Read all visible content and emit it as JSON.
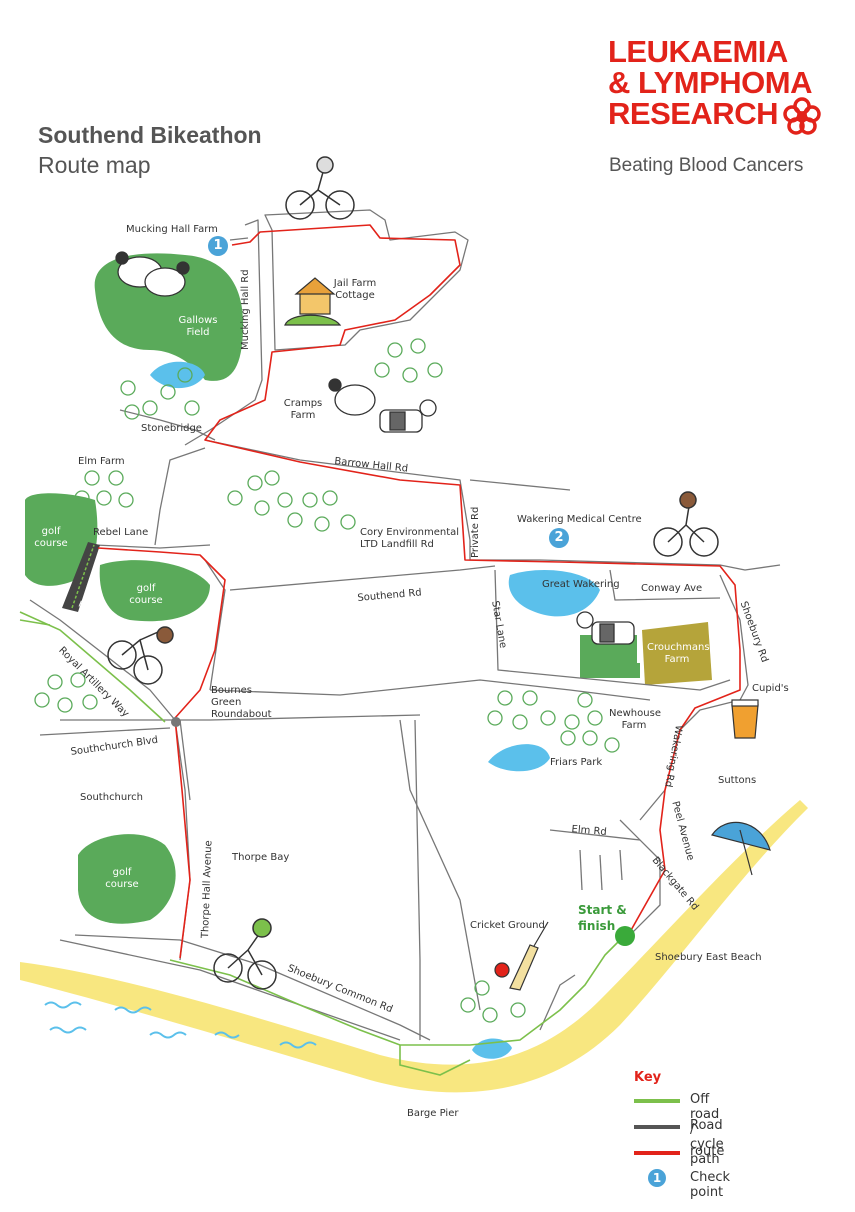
{
  "header": {
    "title": "Southend Bikeathon",
    "subtitle": "Route map"
  },
  "logo": {
    "line1": "LEUKAEMIA",
    "line2": "& LYMPHOMA",
    "line3": "RESEARCH",
    "tagline": "Beating Blood Cancers"
  },
  "labels": {
    "mucking_hall_farm": "Mucking Hall Farm",
    "mucking_hall_rd": "Mucking Hall Rd",
    "gallows_field": "Gallows Field",
    "jail_farm": "Jail Farm Cottage",
    "cramps_farm": "Cramps Farm",
    "stonebridge": "Stonebridge",
    "barrow_hall_rd": "Barrow Hall Rd",
    "elm_farm": "Elm Farm",
    "rebel_lane": "Rebel Lane",
    "golf1": "golf course",
    "golf2": "golf course",
    "golf3": "golf course",
    "tunnel": "Tunnel",
    "cory": "Cory Environmental LTD Landfill Rd",
    "private_rd": "Private Rd",
    "wakering_medical": "Wakering Medical Centre",
    "southend_rd": "Southend Rd",
    "great_wakering": "Great Wakering",
    "conway_ave": "Conway Ave",
    "shoebury_rd": "Shoebury Rd",
    "star_lane": "Star Lane",
    "crouchmans_farm": "Crouchmans Farm",
    "cupids": "Cupid's",
    "royal_artillery": "Royal Artillery Way",
    "bournes_green": "Bournes Green Roundabout",
    "newhouse_farm": "Newhouse Farm",
    "friars_park": "Friars Park",
    "southchurch_blvd": "Southchurch Blvd",
    "wakering_rd": "Wakering Rd",
    "suttons": "Suttons",
    "southchurch": "Southchurch",
    "peel_avenue": "Peel Avenue",
    "elm_rd": "Elm Rd",
    "thorpe_bay": "Thorpe Bay",
    "thorpe_hall": "Thorpe Hall Avenue",
    "blackgate_rd": "Blackgate Rd",
    "cricket_ground": "Cricket Ground",
    "shoebury_east_beach": "Shoebury East Beach",
    "shoebury_common": "Shoebury Common Rd",
    "barge_pier": "Barge Pier",
    "start_finish": "Start & finish"
  },
  "checkpoints": [
    "1",
    "2"
  ],
  "key": {
    "title": "Key",
    "items": [
      {
        "label": "Off road / cycle path",
        "color": "#7cc04b"
      },
      {
        "label": "Road",
        "color": "#555555"
      },
      {
        "label": "route",
        "color": "#e2231a"
      },
      {
        "label": "Check point",
        "badge": "1",
        "color": "#4aa3d8"
      }
    ]
  },
  "colors": {
    "park_green": "#5aaa5a",
    "water_blue": "#5bc0eb",
    "route_red": "#e2231a",
    "cycle_path_green": "#7cc04b",
    "beach_yellow": "#f7e36a",
    "farm_olive": "#b5a43a",
    "brand_red": "#e2231a"
  }
}
